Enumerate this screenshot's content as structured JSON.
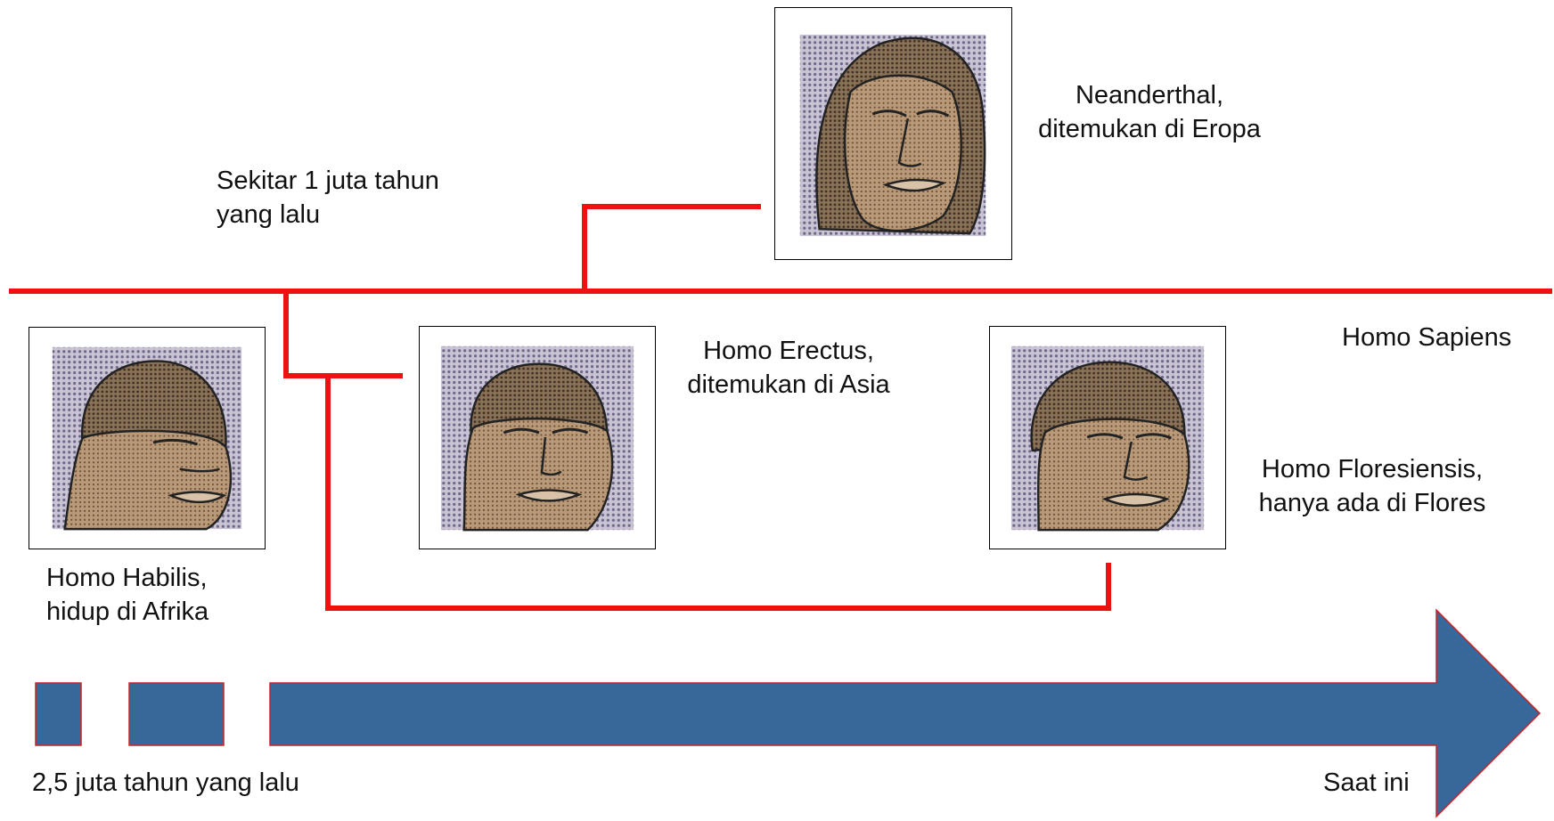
{
  "labels": {
    "neanderthal": [
      "Neanderthal,",
      "ditemukan di Eropa"
    ],
    "sekitar": [
      "Sekitar 1 juta tahun",
      "yang lalu"
    ],
    "homo_sapiens": "Homo Sapiens",
    "homo_erectus": [
      "Homo Erectus,",
      "ditemukan di Asia"
    ],
    "homo_floresiensis": [
      "Homo Floresiensis,",
      "hanya ada di Flores"
    ],
    "homo_habilis": [
      "Homo Habilis,",
      "hidup di Afrika"
    ],
    "start_time": "2,5 juta tahun yang lalu",
    "end_time": "Saat ini"
  },
  "icons": {
    "habilis": "hominin-face-icon",
    "erectus": "hominin-face-icon",
    "floresiensis": "hominin-face-icon",
    "neanderthal": "hominin-face-icon"
  },
  "colors": {
    "lineage": "#ee1111",
    "arrow_fill": "#376899",
    "arrow_stroke": "#cc2222",
    "skin": "#b0906e",
    "hair": "#7a6249",
    "halftone_bg": "#b8b2c6"
  }
}
